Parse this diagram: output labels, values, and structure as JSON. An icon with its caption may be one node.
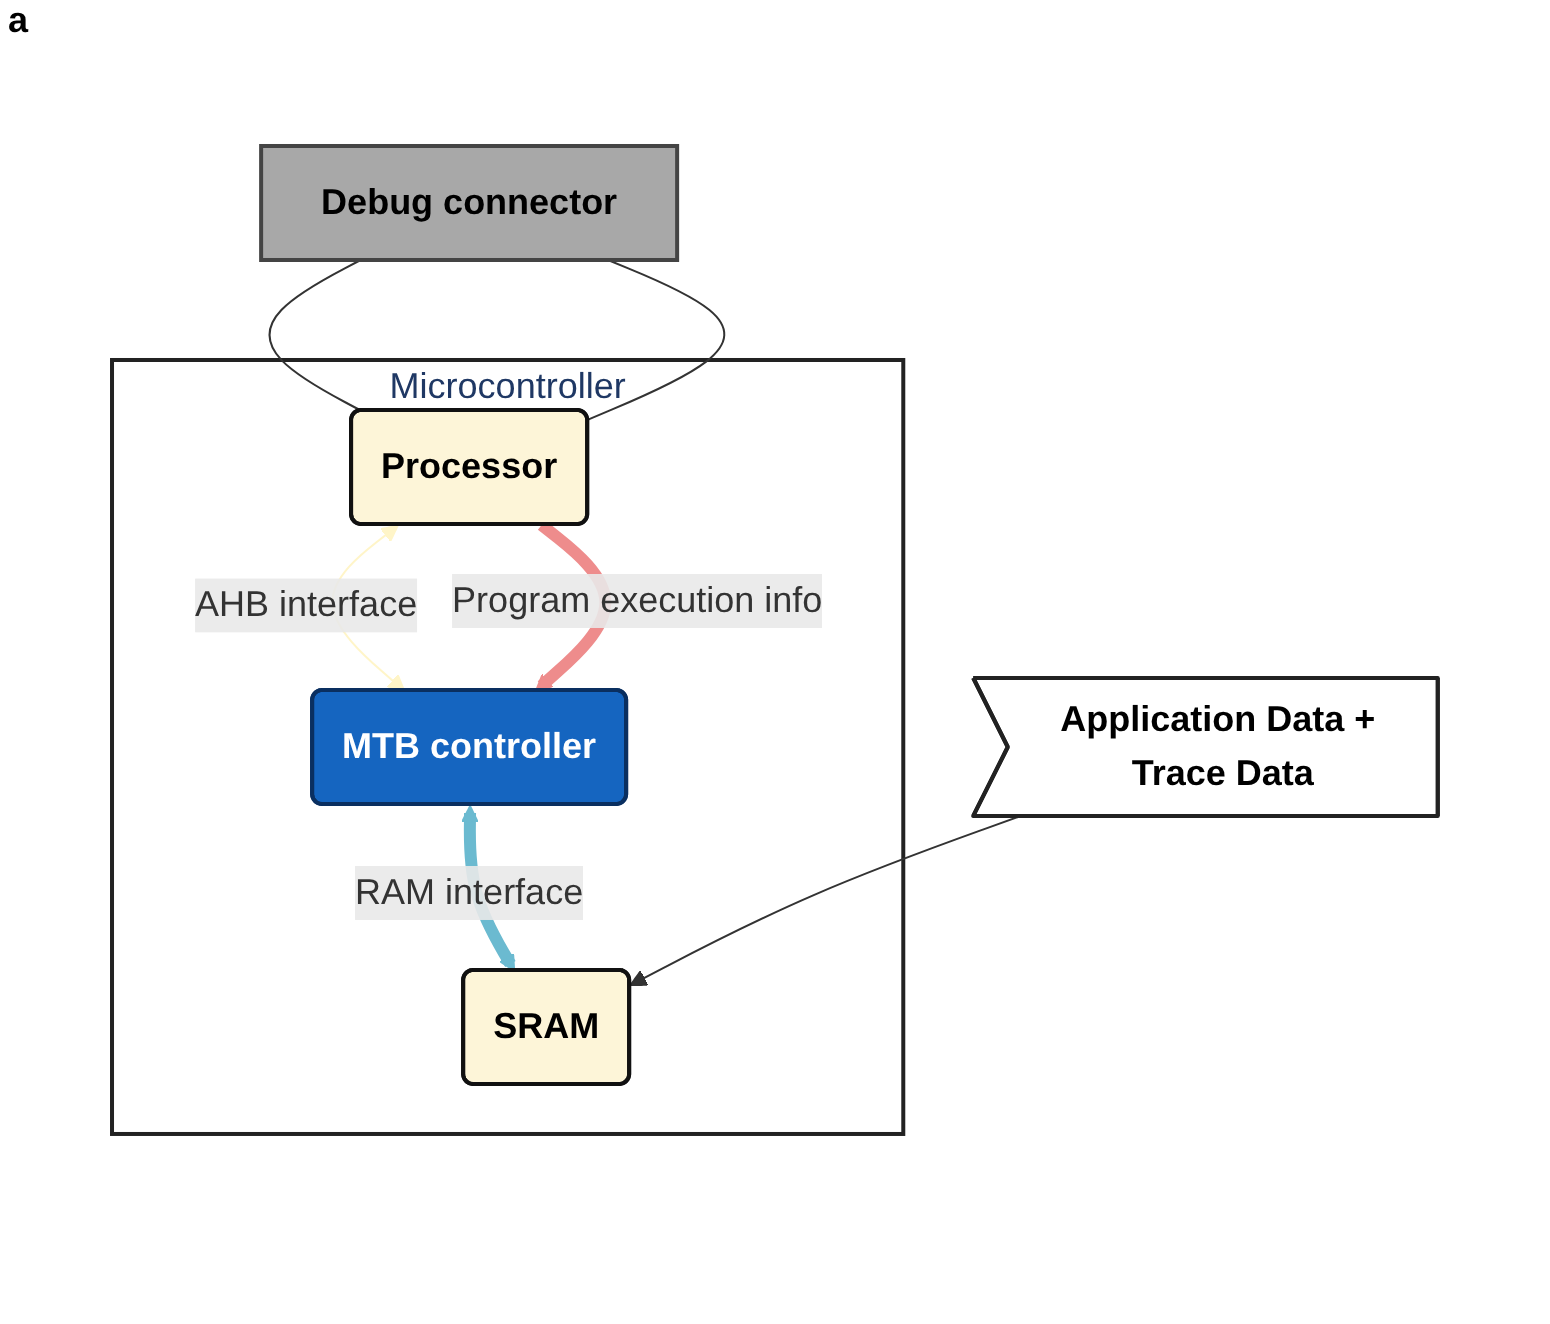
{
  "diagram": {
    "nodes": [
      {
        "text": [
          "Microcontroller"
        ]
      },
      {
        "text": [
          "Debug connector"
        ]
      },
      {
        "text": [
          "Processor"
        ],
        "in": 0
      },
      {
        "text": [
          "MTB controller"
        ],
        "in": 0
      },
      {
        "text": [
          "SRAM"
        ],
        "in": 0
      },
      {
        "text": [
          "Application Data + Trace Data"
        ]
      }
    ],
    "edges": [
      {
        "from": 1,
        "to": 2,
        "arrow": "none"
      },
      {
        "from": 1,
        "to": 2,
        "arrow": "none"
      },
      {
        "from": 2,
        "to": 3,
        "arrow": "both",
        "label": "AHB interface",
        "color": "#fff5c8"
      },
      {
        "from": 2,
        "to": 3,
        "arrow": "to",
        "label": "Program execution info",
        "style": "thick",
        "color": "#ee8c8c"
      },
      {
        "from": 3,
        "to": 4,
        "arrow": "both",
        "label": "RAM interface",
        "style": "thick",
        "color": "#6bbad0"
      },
      {
        "from": 5,
        "to": 4,
        "arrow": "to"
      }
    ],
    "labels": [
      "a"
    ]
  }
}
